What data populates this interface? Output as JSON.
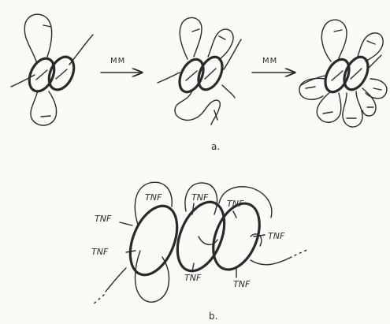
{
  "panel_a": {
    "label": "a.",
    "arrows": [
      {
        "label": "MM"
      },
      {
        "label": "MM"
      }
    ]
  },
  "panel_b": {
    "label": "b.",
    "tnf_labels": [
      "TNF",
      "TNF",
      "TNF",
      "TNF",
      "TNF",
      "TNF",
      "TNF",
      "TNF"
    ]
  },
  "colors": {
    "ink": "#2a2a2a",
    "paper": "#fbfaf6"
  },
  "icons": [
    "arrow-right",
    "hatch-pattern"
  ]
}
